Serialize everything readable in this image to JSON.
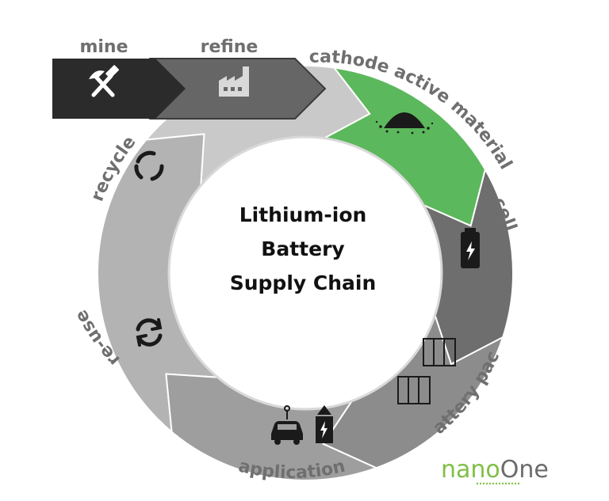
{
  "center": {
    "line1": "Lithium-ion",
    "line2": "Battery",
    "line3": "Supply Chain"
  },
  "stages": {
    "mine": "mine",
    "refine": "refine",
    "cathode": "cathode active material",
    "cell": "cell",
    "battery_pack": "battery pack",
    "application": "application",
    "reuse": "re-use",
    "recycle": "recycle"
  },
  "brand": {
    "part1": "nano",
    "part2": "One"
  },
  "colors": {
    "mine": "#2b2b2b",
    "refine": "#666666",
    "cathode": "#5cb85c",
    "cell": "#6e6e6e",
    "battery_pack": "#8c8c8c",
    "application": "#9e9e9e",
    "reuse": "#b3b3b3",
    "recycle": "#c9c9c9",
    "label": "#6f6f6f",
    "brand_green": "#7fbf45"
  },
  "icons": {
    "mine": "hammer-pickaxe-icon",
    "refine": "factory-icon",
    "cathode": "powder-pile-icon",
    "cell": "battery-icon",
    "battery_pack": "battery-pack-icon",
    "application": "car-and-charger-icon",
    "reuse": "reuse-arrows-icon",
    "recycle": "recycle-arrows-icon"
  }
}
